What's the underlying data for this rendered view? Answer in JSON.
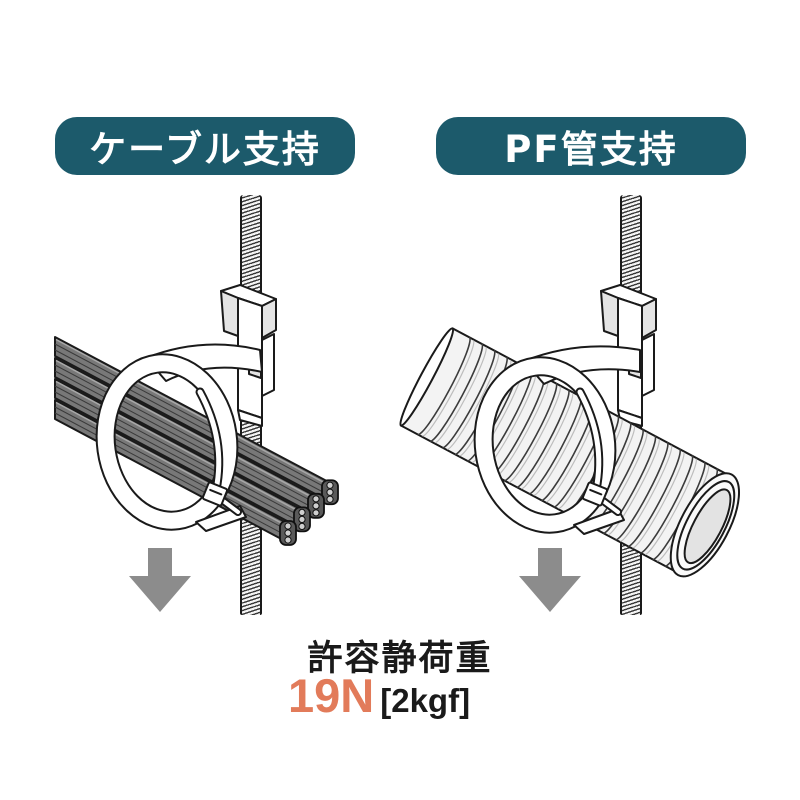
{
  "labels": {
    "cable": "ケーブル支持",
    "pf_pipe": "PF管支持"
  },
  "load_rating": {
    "heading": "許容静荷重",
    "value": "19N",
    "alt_value": "[2kgf]"
  },
  "icons": {
    "load_direction": "down-arrow-icon"
  },
  "colors": {
    "label_bg": "#1c5a6b",
    "label_text": "#ffffff",
    "value": "#e27b5a",
    "arrow": "#8c8c8c"
  }
}
